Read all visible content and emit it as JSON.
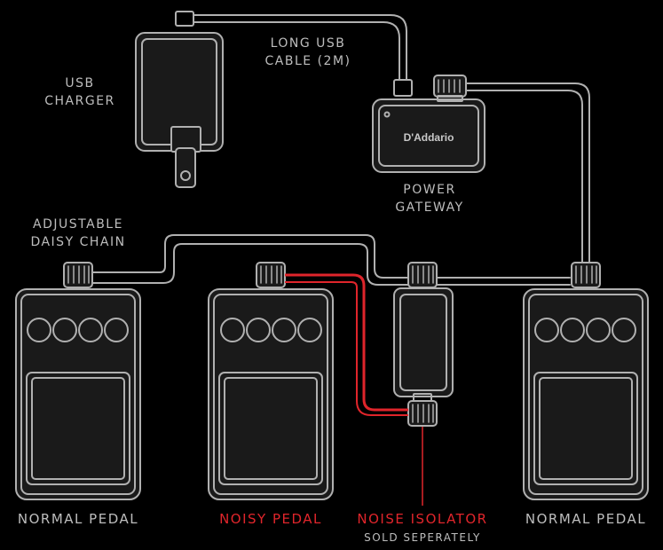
{
  "labels": {
    "usb_charger": [
      "USB",
      "CHARGER"
    ],
    "long_usb_cable": [
      "LONG USB",
      "CABLE (2M)"
    ],
    "power_gateway": [
      "POWER",
      "GATEWAY"
    ],
    "adjustable_daisy_chain": [
      "ADJUSTABLE",
      "DAISY CHAIN"
    ],
    "normal_pedal_left": "NORMAL PEDAL",
    "noisy_pedal": "NOISY PEDAL",
    "noise_isolator": "NOISE ISOLATOR",
    "sold_separately": "SOLD SEPERATELY",
    "normal_pedal_right": "NORMAL PEDAL",
    "gateway_brand": "D'Addario"
  },
  "colors": {
    "background": "#000000",
    "outline": "#b0b0b0",
    "device_fill": "#1a1a1a",
    "highlight": "#e0252b",
    "label": "#bdbdbd"
  }
}
